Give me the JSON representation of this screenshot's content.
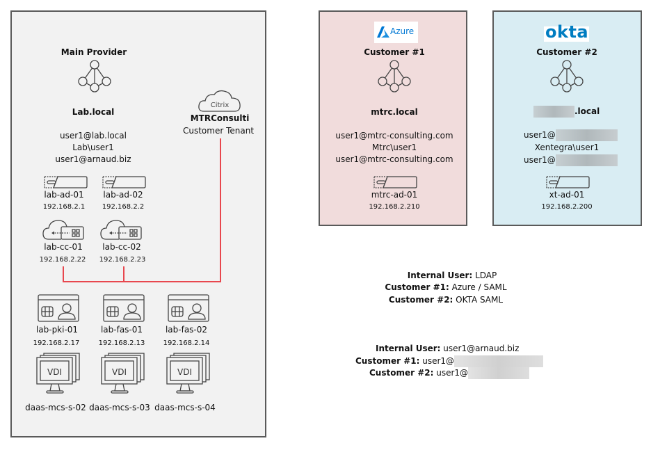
{
  "main_provider": {
    "title": "Main Provider",
    "domain": "Lab.local",
    "identities": [
      "user1@lab.local",
      "Lab\\user1",
      "user1@arnaud.biz"
    ],
    "citrix": {
      "cloud_label": "Citrix",
      "tenant_name": "MTRConsulti",
      "tenant_sub": "Customer Tenant"
    },
    "domain_controllers": [
      {
        "name": "lab-ad-01",
        "ip": "192.168.2.1"
      },
      {
        "name": "lab-ad-02",
        "ip": "192.168.2.2"
      }
    ],
    "cloud_connectors": [
      {
        "name": "lab-cc-01",
        "ip": "192.168.2.22"
      },
      {
        "name": "lab-cc-02",
        "ip": "192.168.2.23"
      }
    ],
    "servers": [
      {
        "name": "lab-pki-01",
        "ip": "192.168.2.17"
      },
      {
        "name": "lab-fas-01",
        "ip": "192.168.2.13"
      },
      {
        "name": "lab-fas-02",
        "ip": "192.168.2.14"
      }
    ],
    "vdi": [
      {
        "label": "VDI",
        "name": "daas-mcs-s-02"
      },
      {
        "label": "VDI",
        "name": "daas-mcs-s-03"
      },
      {
        "label": "VDI",
        "name": "daas-mcs-s-04"
      }
    ]
  },
  "customer1": {
    "logo_text": "Azure",
    "title": "Customer #1",
    "domain": "mtrc.local",
    "identities": [
      "user1@mtrc-consulting.com",
      "Mtrc\\user1",
      "user1@mtrc-consulting.com"
    ],
    "dc": {
      "name": "mtrc-ad-01",
      "ip": "192.168.2.210"
    }
  },
  "customer2": {
    "logo_text": "okta",
    "title": "Customer #2",
    "domain_suffix": ".local",
    "identity_prefix": "user1@",
    "identity_mid": "Xentegra\\user1",
    "dc": {
      "name": "xt-ad-01",
      "ip": "192.168.2.200"
    }
  },
  "auth_legend": [
    {
      "key": "Internal User:",
      "value": " LDAP"
    },
    {
      "key": "Customer #1:",
      "value": " Azure / SAML"
    },
    {
      "key": "Customer #2:",
      "value": " OKTA SAML"
    }
  ],
  "upn_legend": [
    {
      "key": "Internal User:",
      "value": " user1@arnaud.biz"
    },
    {
      "key": "Customer #1:",
      "value": " user1@"
    },
    {
      "key": "Customer #2:",
      "value": " user1@"
    }
  ],
  "colors": {
    "connector_line": "#e8474e",
    "customer1_bg": "#f1dcdc",
    "customer2_bg": "#d9edf3",
    "main_bg": "#f2f2f2",
    "azure_blue": "#0078d4",
    "okta_blue": "#007dc1"
  }
}
